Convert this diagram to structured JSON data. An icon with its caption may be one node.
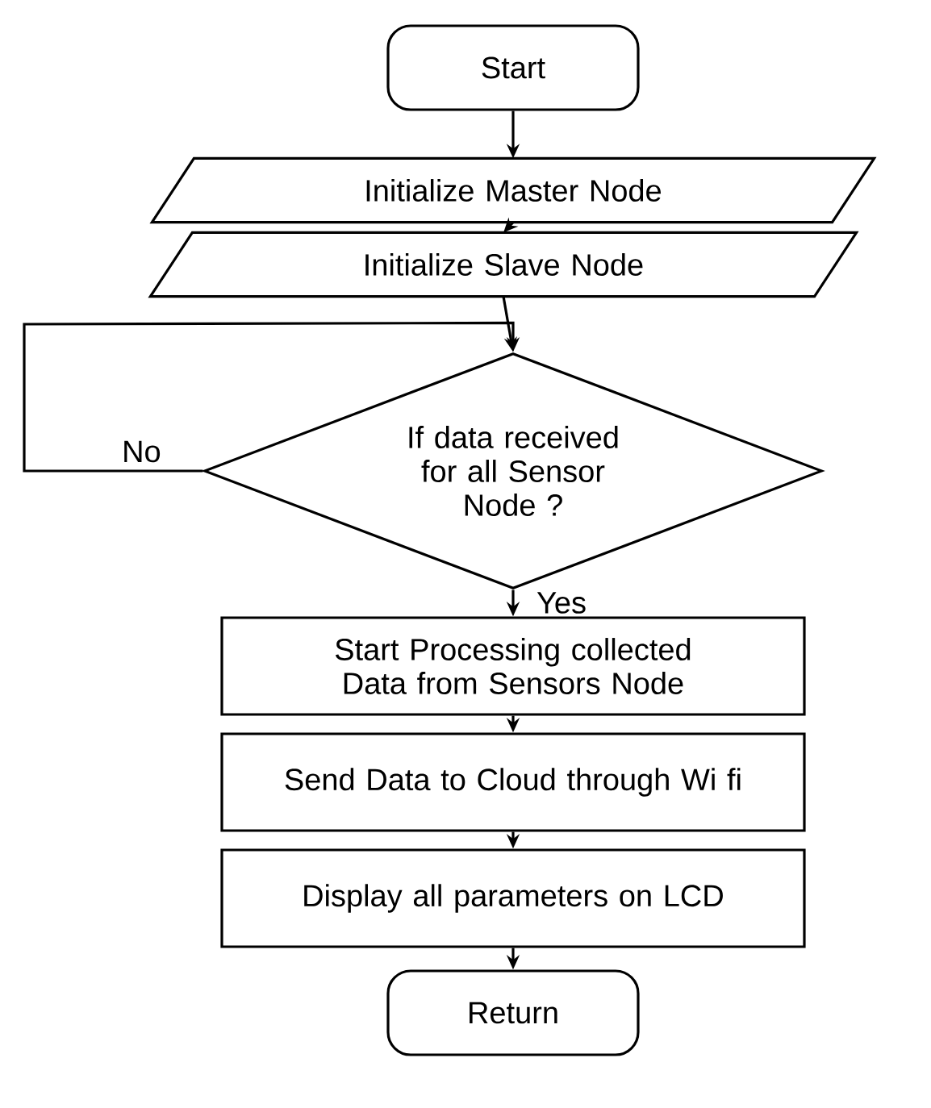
{
  "diagram": {
    "nodes": [
      {
        "text": [
          "Start"
        ]
      },
      {
        "text": [
          "Initialize Master Node"
        ]
      },
      {
        "text": [
          "Initialize Slave Node"
        ]
      },
      {
        "text": [
          "If data received for all Sensor Node ?"
        ]
      },
      {
        "text": [
          "Start Processing collected Data from Sensors Node"
        ]
      },
      {
        "text": [
          "Send Data to Cloud through Wi fi"
        ]
      },
      {
        "text": [
          "Display all parameters on LCD"
        ]
      },
      {
        "text": [
          "Return"
        ]
      }
    ],
    "edges": [
      {
        "from": 0,
        "to": 1,
        "arrow": "to"
      },
      {
        "from": 1,
        "to": 2,
        "arrow": "to"
      },
      {
        "from": 2,
        "to": 3,
        "arrow": "to"
      },
      {
        "from": 3,
        "to": 4,
        "arrow": "to",
        "label": "Yes"
      },
      {
        "from": 4,
        "to": 5,
        "arrow": "to"
      },
      {
        "from": 5,
        "to": 6,
        "arrow": "to"
      },
      {
        "from": 6,
        "to": 7,
        "arrow": "to"
      },
      {
        "from": 3,
        "to": 3,
        "arrow": "to",
        "label": "No"
      }
    ]
  }
}
